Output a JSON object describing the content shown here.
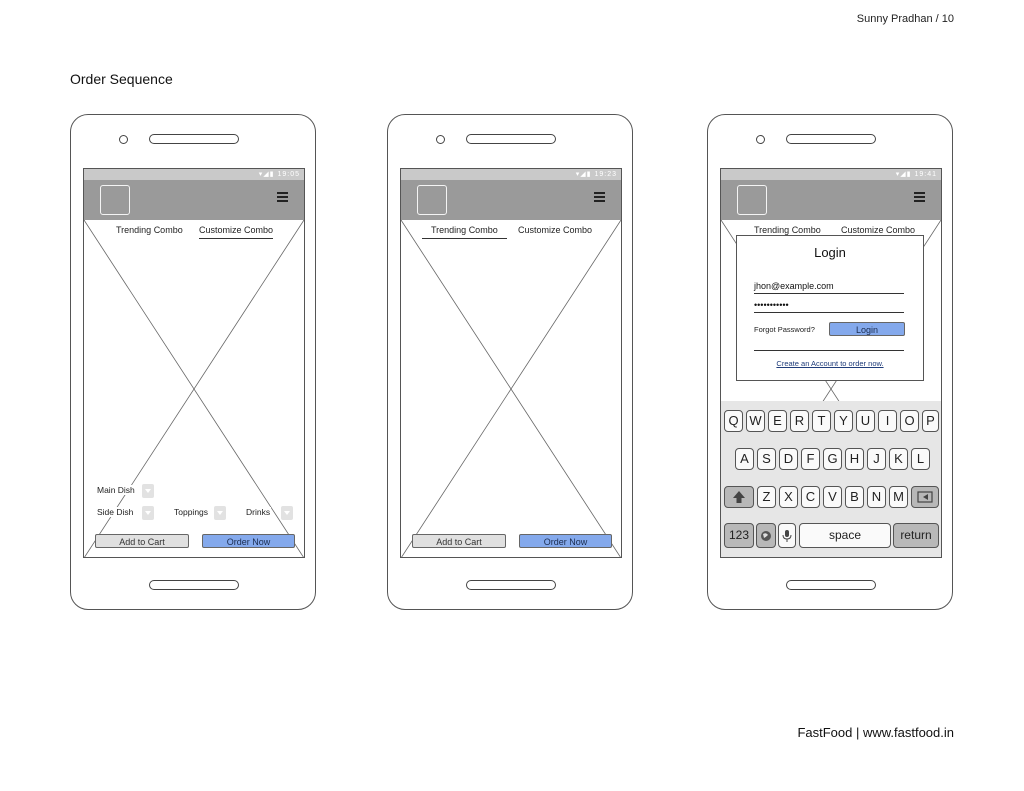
{
  "header": {
    "author_page": "Sunny Pradhan / 10"
  },
  "page_title": "Order Sequence",
  "footer": {
    "brand": "FastFood | www.fastfood.in"
  },
  "phones": [
    {
      "status_time": "19:05",
      "tabs": [
        "Trending Combo",
        "Customize Combo"
      ],
      "active_tab": "Customize Combo",
      "selectors": {
        "main_dish": "Main Dish",
        "side_dish": "Side Dish",
        "toppings": "Toppings",
        "drinks": "Drinks"
      },
      "add_to_cart": "Add to Cart",
      "order_now": "Order Now"
    },
    {
      "status_time": "19:23",
      "tabs": [
        "Trending Combo",
        "Customize Combo"
      ],
      "active_tab": "Trending Combo",
      "add_to_cart": "Add to Cart",
      "order_now": "Order Now"
    },
    {
      "status_time": "19:41",
      "tabs": [
        "Trending Combo",
        "Customize Combo"
      ],
      "login": {
        "title": "Login",
        "email_value": "jhon@example.com",
        "password_value": "•••••••••••",
        "forgot_label": "Forgot Password?",
        "login_button": "Login",
        "create_account": "Create an Account to order now."
      },
      "keyboard": {
        "row1": [
          "Q",
          "W",
          "E",
          "R",
          "T",
          "Y",
          "U",
          "I",
          "O",
          "P"
        ],
        "row2": [
          "A",
          "S",
          "D",
          "F",
          "G",
          "H",
          "J",
          "K",
          "L"
        ],
        "row3": [
          "Z",
          "X",
          "C",
          "V",
          "B",
          "N",
          "M"
        ],
        "numbers_key": "123",
        "space_key": "space",
        "return_key": "return"
      }
    }
  ],
  "colors": {
    "app_bar": "#9a9a9a",
    "primary_button": "#84a9ec",
    "secondary_button": "#e0e0e0"
  }
}
